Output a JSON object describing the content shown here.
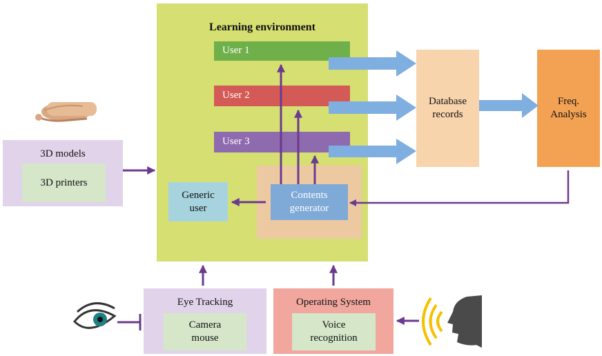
{
  "title": "Learning environment",
  "users": [
    {
      "label": "User 1",
      "color": "#6fb04a"
    },
    {
      "label": "User 2",
      "color": "#d35a56"
    },
    {
      "label": "User 3",
      "color": "#8e6aae"
    }
  ],
  "generic_user": "Generic\nuser",
  "contents_generator": "Contents\ngenerator",
  "database": "Database\nrecords",
  "freq": "Freq.\nAnalysis",
  "models": {
    "title": "3D models",
    "inner": "3D printers"
  },
  "eye": {
    "title": "Eye Tracking",
    "inner": "Camera\nmouse"
  },
  "os": {
    "title": "Operating System",
    "inner": "Voice\nrecognition"
  },
  "colors": {
    "environment": "#d6df72",
    "generator_area": "#ecc9a1",
    "generator": "#7fa9d7",
    "generic_user": "#a7d3de",
    "database": "#f8d4ad",
    "freq": "#f3a254",
    "lavender": "#e1d4ea",
    "pink": "#f1a79d",
    "light_green": "#d5e6c9",
    "arrow_blue": "#7faee0",
    "arrow_purple": "#6b3a8e"
  },
  "icons": [
    "hand-icon",
    "eye-icon",
    "speaking-head-icon",
    "sound-waves-icon"
  ]
}
